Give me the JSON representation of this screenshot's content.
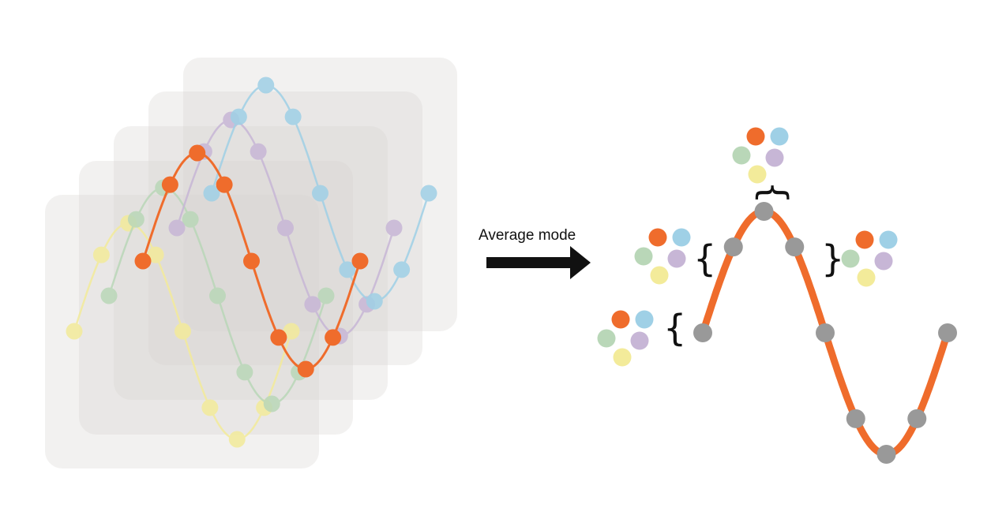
{
  "arrow": {
    "label": "Average mode"
  },
  "colors": {
    "panel": "#d6d3d1",
    "average": "#ef6c2c",
    "node": "#999999",
    "arrow": "#111111",
    "series": {
      "orange": "#ef6c2c",
      "blue": "#9fd0e6",
      "purple": "#c7b6d6",
      "green": "#b9d7b8",
      "yellow": "#f3eb9a"
    }
  },
  "source_series": [
    "yellow",
    "green",
    "orange",
    "purple",
    "blue"
  ],
  "average_nodes": 9,
  "legend_groups": [
    {
      "dots": [
        "orange",
        "blue",
        "green",
        "purple",
        "yellow"
      ]
    },
    {
      "dots": [
        "orange",
        "blue",
        "green",
        "purple",
        "yellow"
      ]
    },
    {
      "dots": [
        "orange",
        "blue",
        "green",
        "purple",
        "yellow"
      ]
    },
    {
      "dots": [
        "orange",
        "blue",
        "green",
        "purple",
        "yellow"
      ]
    }
  ]
}
